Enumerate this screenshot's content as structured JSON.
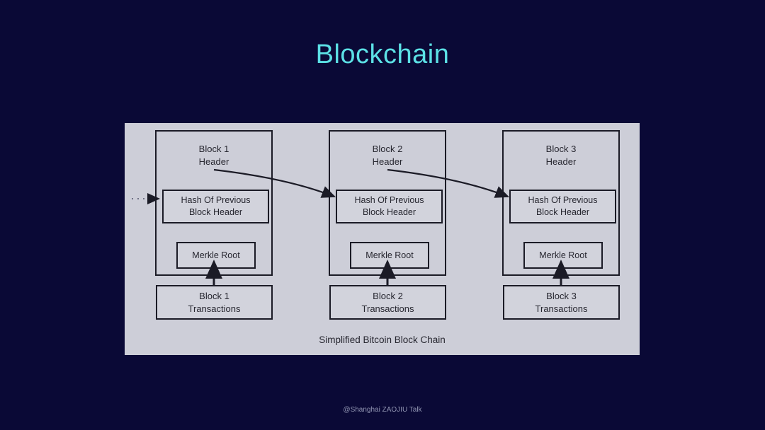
{
  "slide": {
    "title": "Blockchain",
    "background_color": "#0a0936",
    "title_color": "#5ce1e6",
    "panel_color": "#cdced8",
    "stroke_color": "#1b1b26",
    "footer": "@Shanghai ZAOJIU Talk"
  },
  "diagram": {
    "caption": "Simplified Bitcoin Block Chain",
    "hash_label_line1": "Hash Of Previous",
    "hash_label_line2": "Block Header",
    "merkle_label": "Merkle Root",
    "blocks": [
      {
        "header_line1": "Block 1",
        "header_line2": "Header",
        "tx_line1": "Block 1",
        "tx_line2": "Transactions"
      },
      {
        "header_line1": "Block 2",
        "header_line2": "Header",
        "tx_line1": "Block 2",
        "tx_line2": "Transactions"
      },
      {
        "header_line1": "Block 3",
        "header_line2": "Header",
        "tx_line1": "Block 3",
        "tx_line2": "Transactions"
      }
    ]
  }
}
